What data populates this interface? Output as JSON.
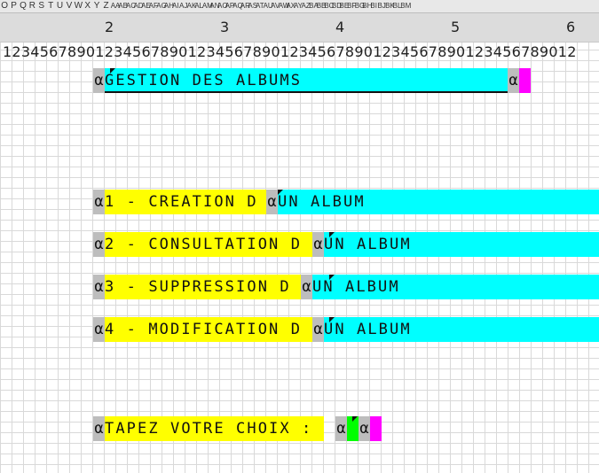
{
  "column_letters": [
    "O",
    "P",
    "Q",
    "R",
    "S",
    "T",
    "U",
    "V",
    "W",
    "X",
    "Y",
    "Z",
    "AA",
    "AB",
    "AC",
    "AD",
    "AE",
    "AF",
    "AG",
    "AH",
    "AI",
    "AJ",
    "AK",
    "AL",
    "AM",
    "AN",
    "AO",
    "AP",
    "AQ",
    "AR",
    "AS",
    "AT",
    "AU",
    "AV",
    "AW",
    "AX",
    "AY",
    "AZ",
    "BA",
    "BB",
    "BC",
    "BD",
    "BE",
    "BF",
    "BG",
    "BH",
    "BI",
    "BJ",
    "BK",
    "BL",
    "BM"
  ],
  "ruler": {
    "major": [
      "2",
      "3",
      "4",
      "5",
      "6"
    ],
    "digits": "12345678901234567890123456789012345678901234567890123456789012"
  },
  "screen": {
    "attr_char": "α",
    "title": "GESTION DES ALBUMS",
    "menu": [
      {
        "num": "1 - CREATION D",
        "rest": "UN ALBUM"
      },
      {
        "num": "2 - CONSULTATION D",
        "rest": "UN ALBUM"
      },
      {
        "num": "3 - SUPPRESSION D",
        "rest": "UN ALBUM"
      },
      {
        "num": "4 - MODIFICATION D",
        "rest": "UN ALBUM"
      }
    ],
    "prompt": "TAPEZ VOTRE CHOIX :"
  },
  "colors": {
    "protected_field": "#00ffff",
    "label_field": "#ffff00",
    "input_field": "#00ff00",
    "end_attr": "#ff00ff",
    "attribute": "#bdbdbd"
  }
}
